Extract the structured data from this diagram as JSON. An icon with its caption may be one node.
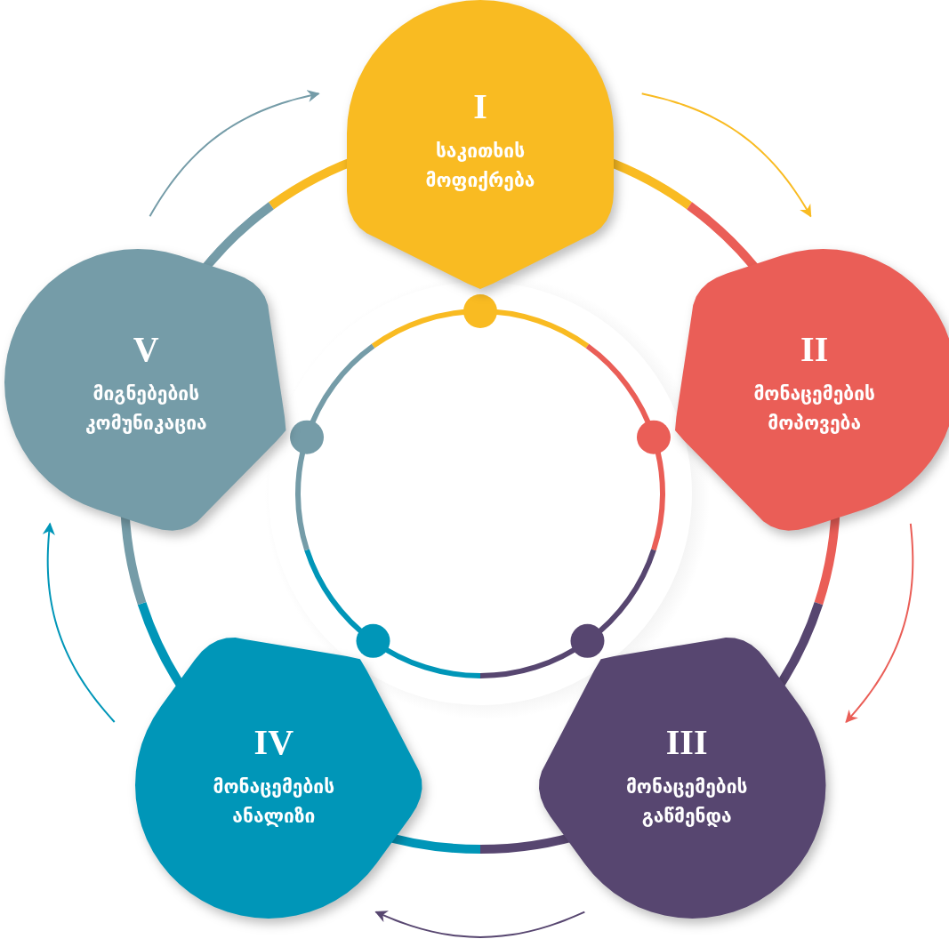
{
  "diagram": {
    "nodes": [
      {
        "text": [
          "I",
          "საკითხის მოფიქრება"
        ]
      },
      {
        "text": [
          "II",
          "მონაცემების მოპოვება"
        ]
      },
      {
        "text": [
          "III",
          "მონაცემების გაწმენდა"
        ]
      },
      {
        "text": [
          "IV",
          "მონაცემების ანალიზი"
        ]
      },
      {
        "text": [
          "V",
          "მიგნებების კომუნიკაცია"
        ]
      }
    ],
    "edges": [
      {
        "from": 0,
        "to": 1,
        "arrow": "to",
        "color": "#f9bb22"
      },
      {
        "from": 1,
        "to": 2,
        "arrow": "to",
        "color": "#ea5e57"
      },
      {
        "from": 2,
        "to": 3,
        "arrow": "to",
        "color": "#574670"
      },
      {
        "from": 3,
        "to": 4,
        "arrow": "to",
        "color": "#0096b8"
      },
      {
        "from": 4,
        "to": 0,
        "arrow": "to",
        "color": "#759ca8"
      }
    ]
  }
}
